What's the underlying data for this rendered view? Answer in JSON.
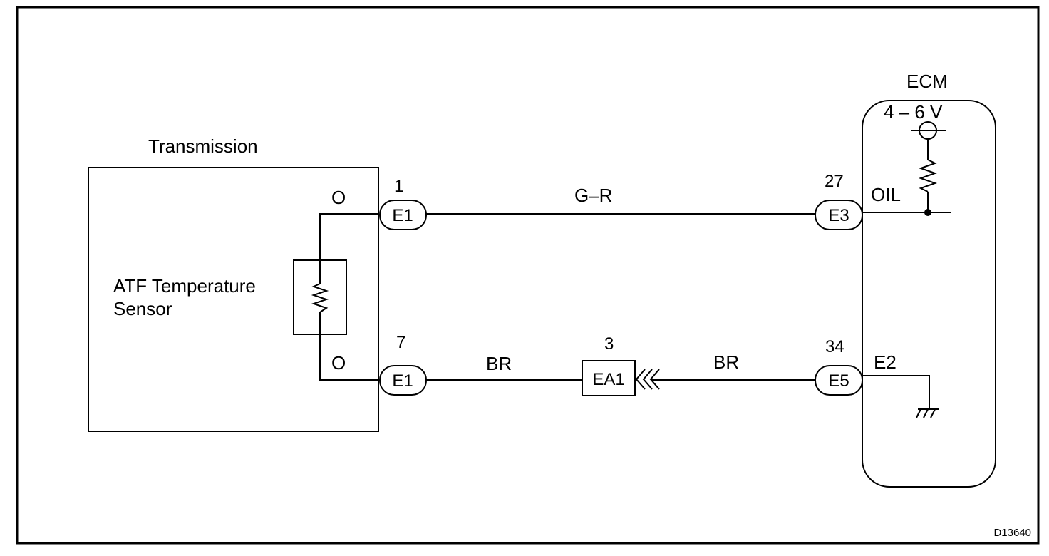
{
  "figure_id": "D13640",
  "components": {
    "transmission": {
      "label": "Transmission"
    },
    "sensor": {
      "label_line1": "ATF Temperature",
      "label_line2": "Sensor"
    },
    "ecm": {
      "label": "ECM",
      "voltage": "4 – 6 V"
    }
  },
  "terminals": {
    "sensor_top": "O",
    "sensor_bottom": "O",
    "ecm_oil": "OIL",
    "ecm_e2": "E2"
  },
  "connectors": {
    "e1_top": {
      "code": "E1",
      "pin": "1"
    },
    "e1_bottom": {
      "code": "E1",
      "pin": "7"
    },
    "ea1": {
      "code": "EA1",
      "pin": "3"
    },
    "e3": {
      "code": "E3",
      "pin": "27"
    },
    "e5": {
      "code": "E5",
      "pin": "34"
    }
  },
  "wires": {
    "top": "G–R",
    "bottom_left": "BR",
    "bottom_right": "BR"
  }
}
